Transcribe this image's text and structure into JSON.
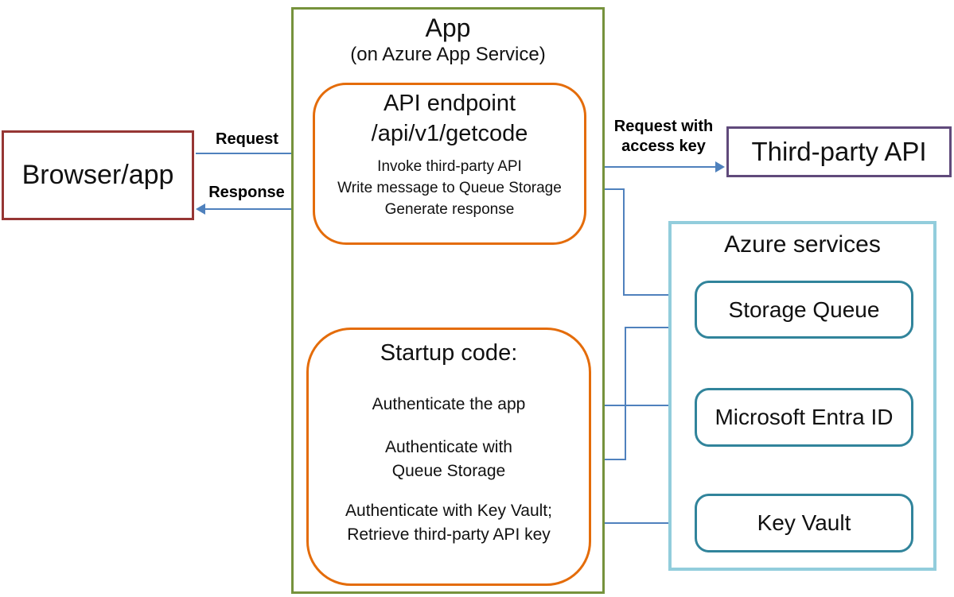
{
  "diagram": {
    "browser": {
      "label": "Browser/app"
    },
    "app": {
      "title": "App",
      "subtitle": "(on Azure App Service)",
      "api_endpoint": {
        "title": "API endpoint",
        "path": "/api/v1/getcode",
        "steps": [
          "Invoke third-party API",
          "Write message to Queue Storage",
          "Generate response"
        ]
      },
      "startup": {
        "title": "Startup code:",
        "steps": [
          [
            "Authenticate the app"
          ],
          [
            "Authenticate with",
            "Queue Storage"
          ],
          [
            "Authenticate with Key Vault;",
            "Retrieve third-party API key"
          ]
        ]
      }
    },
    "third_party": {
      "label": "Third-party API"
    },
    "azure": {
      "title": "Azure services",
      "services": [
        "Storage Queue",
        "Microsoft Entra ID",
        "Key Vault"
      ]
    },
    "edges": {
      "request": "Request",
      "response": "Response",
      "third_party_label": [
        "Request with",
        "access key"
      ]
    },
    "colors": {
      "arrow": "#4f81bd",
      "browser_border": "#963634",
      "app_border": "#76923c",
      "inner_box_border": "#e46c0a",
      "third_party_border": "#604a7b",
      "azure_border": "#92cddc",
      "service_border": "#31849b"
    }
  }
}
